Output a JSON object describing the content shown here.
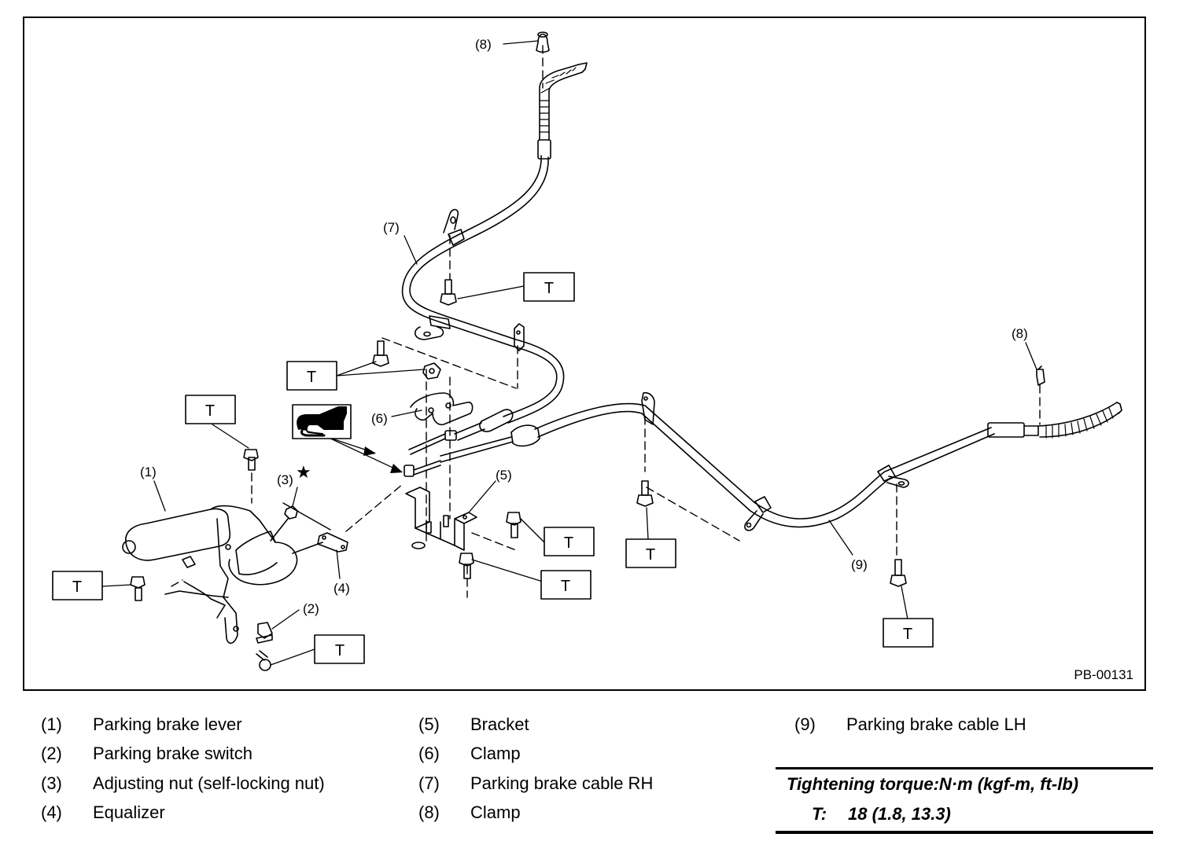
{
  "figure": {
    "id": "PB-00131",
    "callouts": {
      "c1": "(1)",
      "c2": "(2)",
      "c3": "(3)",
      "c4": "(4)",
      "c5": "(5)",
      "c6": "(6)",
      "c7": "(7)",
      "c8a": "(8)",
      "c8b": "(8)",
      "c9": "(9)"
    },
    "torque_marker": "T",
    "star_symbol": "★"
  },
  "legend": {
    "items": [
      {
        "num": "(1)",
        "label": "Parking brake lever"
      },
      {
        "num": "(2)",
        "label": "Parking brake switch"
      },
      {
        "num": "(3)",
        "label": "Adjusting nut (self-locking nut)"
      },
      {
        "num": "(4)",
        "label": "Equalizer"
      },
      {
        "num": "(5)",
        "label": "Bracket"
      },
      {
        "num": "(6)",
        "label": "Clamp"
      },
      {
        "num": "(7)",
        "label": "Parking brake cable RH"
      },
      {
        "num": "(8)",
        "label": "Clamp"
      },
      {
        "num": "(9)",
        "label": "Parking brake cable LH"
      }
    ]
  },
  "torque": {
    "title": "Tightening torque:N·m (kgf-m, ft-lb)",
    "key": "T:",
    "value": "18 (1.8, 13.3)"
  }
}
